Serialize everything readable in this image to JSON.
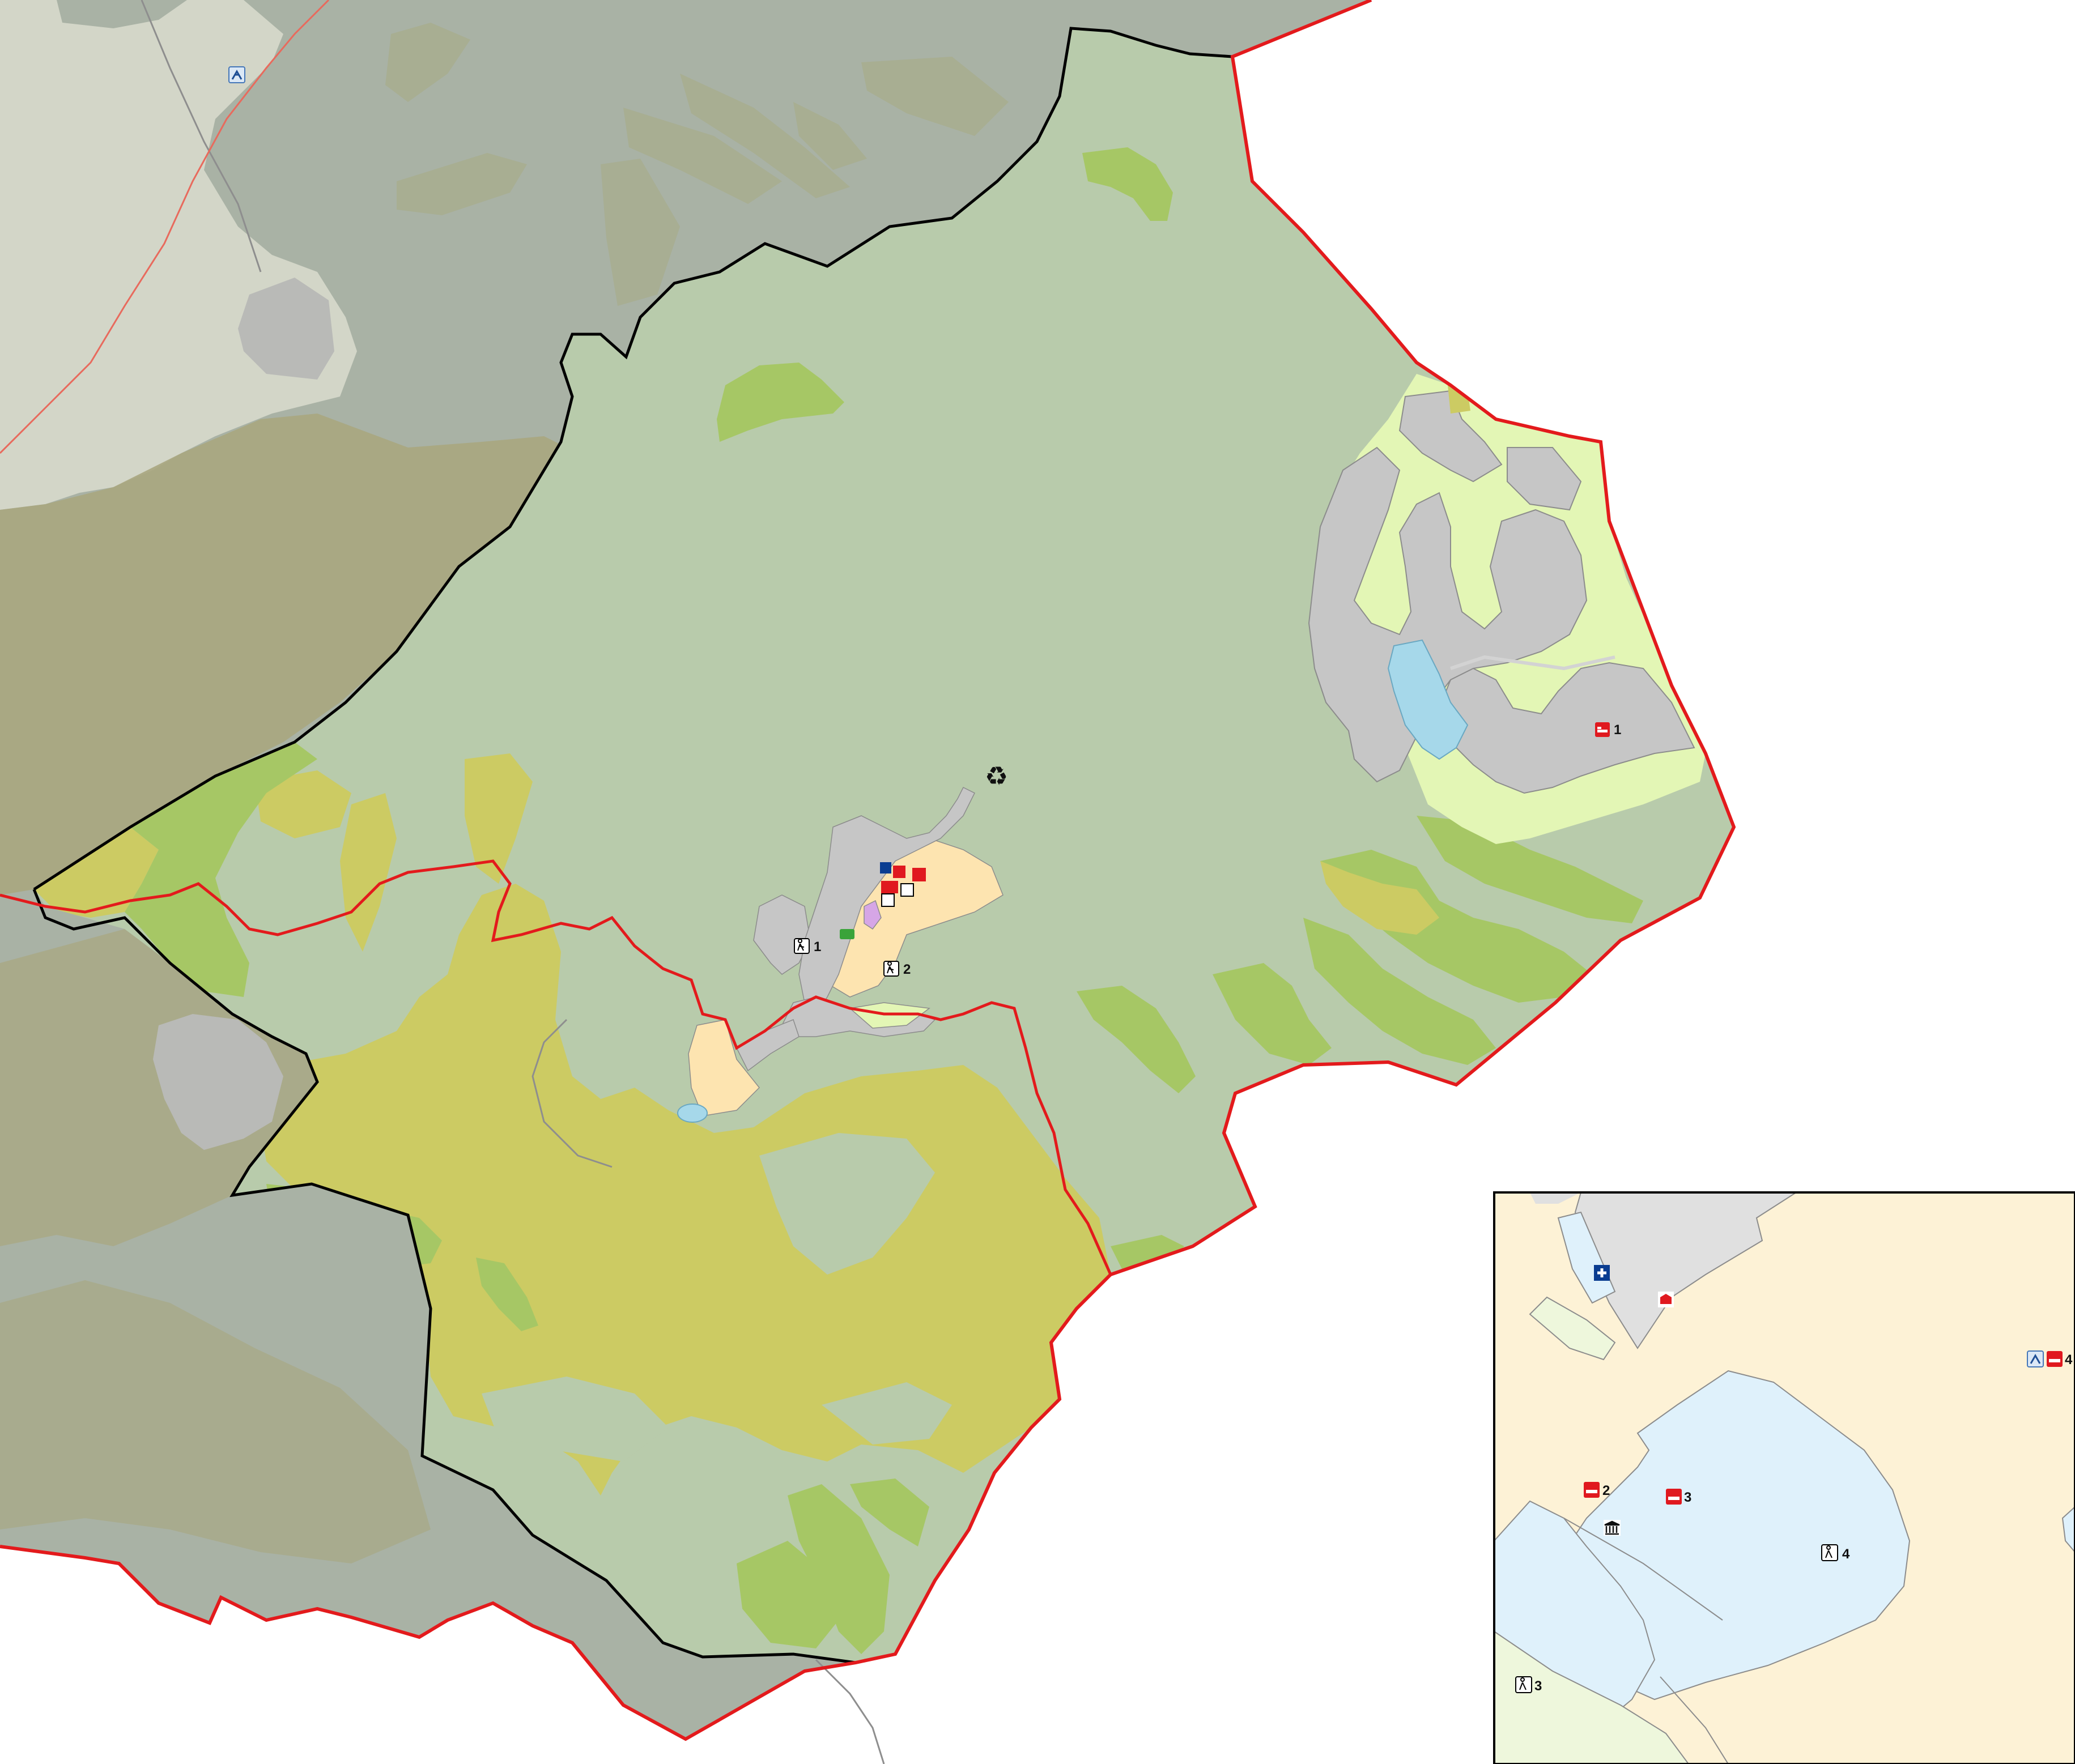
{
  "colors": {
    "background": "#ffffff",
    "municipality_fill": "#b8cbab",
    "outside_fill": "#a9b2a5",
    "outside_light": "#d3d6c8",
    "outside_olive": "#a9a67f",
    "forest_green": "#a6c765",
    "olive_yellow": "#cccb63",
    "pale_yellow": "#e3f6b5",
    "urban_gray": "#c6c6c6",
    "residential_peach": "#fde4b0",
    "water_blue": "#a6d8ea",
    "purple": "#d6a6e6",
    "boundary_red": "#e31a1c",
    "boundary_black": "#000000",
    "inset_cream": "#fdf2d6",
    "inset_blue": "#dff1fb",
    "inset_pale_green": "#eef7dc",
    "inset_gray": "#e0e0e0",
    "hotel_red": "#e0191f",
    "hospital_blue": "#0a3d91"
  },
  "markers": [
    {
      "id": "hotel-1",
      "icon": "hotel-icon",
      "label": "1"
    },
    {
      "id": "hiking-1",
      "icon": "hiking-icon",
      "label": "1"
    },
    {
      "id": "hiking-2",
      "icon": "hiking-icon",
      "label": "2"
    },
    {
      "id": "recycling",
      "icon": "recycling-icon",
      "label": ""
    },
    {
      "id": "viewpoint-nw",
      "icon": "viewpoint-icon",
      "label": ""
    }
  ],
  "inset": {
    "markers": [
      {
        "id": "inset-hospital",
        "icon": "hospital-icon",
        "label": ""
      },
      {
        "id": "inset-townhall",
        "icon": "town-hall-icon",
        "label": ""
      },
      {
        "id": "inset-viewpoint-4",
        "icon": "viewpoint-icon",
        "label": ""
      },
      {
        "id": "inset-hotel-4",
        "icon": "hotel-icon",
        "label": "4"
      },
      {
        "id": "inset-hotel-2",
        "icon": "hotel-icon",
        "label": "2"
      },
      {
        "id": "inset-hotel-3",
        "icon": "hotel-icon",
        "label": "3"
      },
      {
        "id": "inset-museum",
        "icon": "museum-icon",
        "label": ""
      },
      {
        "id": "inset-hiking-4",
        "icon": "hiking-icon",
        "label": "4"
      },
      {
        "id": "inset-hiking-3",
        "icon": "hiking-icon",
        "label": "3"
      }
    ]
  }
}
